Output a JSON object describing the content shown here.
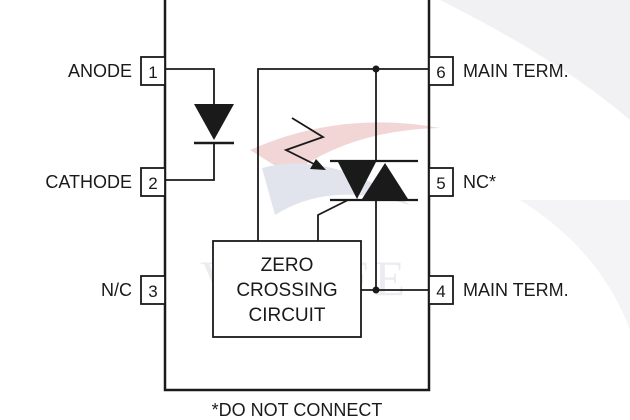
{
  "pins": [
    {
      "number": "1",
      "label": "ANODE"
    },
    {
      "number": "2",
      "label": "CATHODE"
    },
    {
      "number": "3",
      "label": "N/C"
    },
    {
      "number": "4",
      "label": "MAIN TERM."
    },
    {
      "number": "5",
      "label": "NC*"
    },
    {
      "number": "6",
      "label": "MAIN TERM."
    }
  ],
  "zero_crossing": {
    "line1": "ZERO",
    "line2": "CROSSING",
    "line3": "CIRCUIT"
  },
  "footnote": "*DO NOT CONNECT",
  "watermark": "VISAFE",
  "colors": {
    "ink": "#1a1a1a",
    "watermark_red": "#e8b3b3",
    "watermark_blue": "#c9cfe0",
    "swoosh": "#f1f1f4"
  }
}
